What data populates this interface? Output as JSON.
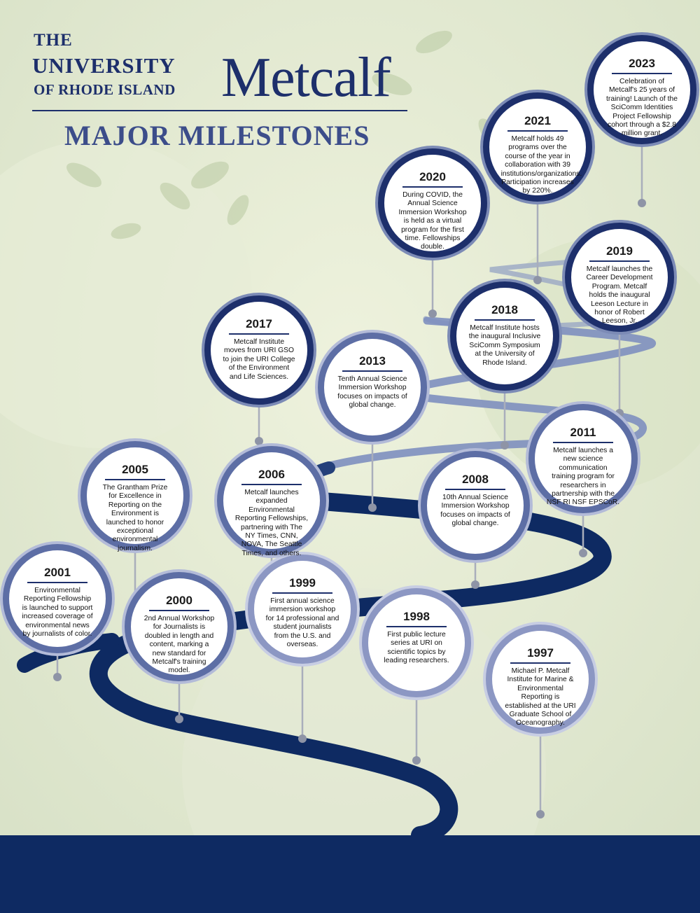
{
  "header": {
    "the": "THE",
    "university": "UNIVERSITY",
    "rhode_island": "OF RHODE ISLAND",
    "metcalf": "Metcalf",
    "title": "MAJOR MILESTONES"
  },
  "milestones": [
    {
      "year": "1997",
      "text": "Michael P. Metcalf Institute for Marine & Environmental Reporting is established at the URI Graduate School of Oceanography."
    },
    {
      "year": "1998",
      "text": "First public lecture series at URI on scientific topics by leading researchers."
    },
    {
      "year": "1999",
      "text": "First annual science immersion workshop for 14 professional and student journalists from the U.S. and overseas."
    },
    {
      "year": "2000",
      "text": "2nd Annual Workshop for Journalists is doubled in length and content, marking a new standard for Metcalf's training model."
    },
    {
      "year": "2001",
      "text": "Environmental Reporting Fellowship is launched to support increased coverage of environmental news by journalists of color."
    },
    {
      "year": "2005",
      "text": "The Grantham Prize for Excellence in Reporting on the Environment is launched to honor exceptional environmental journalism."
    },
    {
      "year": "2006",
      "text": "Metcalf launches expanded Environmental Reporting Fellowships, partnering with The NY Times, CNN, NOVA, The Seattle Times, and others."
    },
    {
      "year": "2008",
      "text": "10th  Annual Science Immersion Workshop focuses on impacts of global change."
    },
    {
      "year": "2011",
      "text": "Metcalf launches a new science communication training program for researchers in partnership with the NSF RI NSF EPSCoR."
    },
    {
      "year": "2013",
      "text": "Tenth Annual Science Immersion Workshop focuses on impacts of global change."
    },
    {
      "year": "2017",
      "text": "Metcalf Institute moves from URI GSO to join the URI College of the Environment and Life Sciences."
    },
    {
      "year": "2018",
      "text": "Metcalf Institute hosts the inaugural Inclusive SciComm Symposium at the University of Rhode Island."
    },
    {
      "year": "2019",
      "text": "Metcalf launches the Career Development Program. Metcalf holds the inaugural Leeson Lecture in honor of Robert Leeson, Jr."
    },
    {
      "year": "2020",
      "text": "During COVID, the Annual Science Immersion Workshop is held as a virtual program for the first time. Fellowships double."
    },
    {
      "year": "2021",
      "text": "Metcalf holds 49 programs over the course of the year in collaboration with 39 institutions/organizations. Participation increases by 220%."
    },
    {
      "year": "2023",
      "text": "Celebration of Metcalf's 25 years of training! Launch of the SciComm Identities Project Fellowship cohort through a $2.8 million grant."
    }
  ],
  "colors": {
    "navy": "#0e2a62",
    "ring_light": "#8c97c3",
    "ring_dark": "#1d2f6b"
  }
}
